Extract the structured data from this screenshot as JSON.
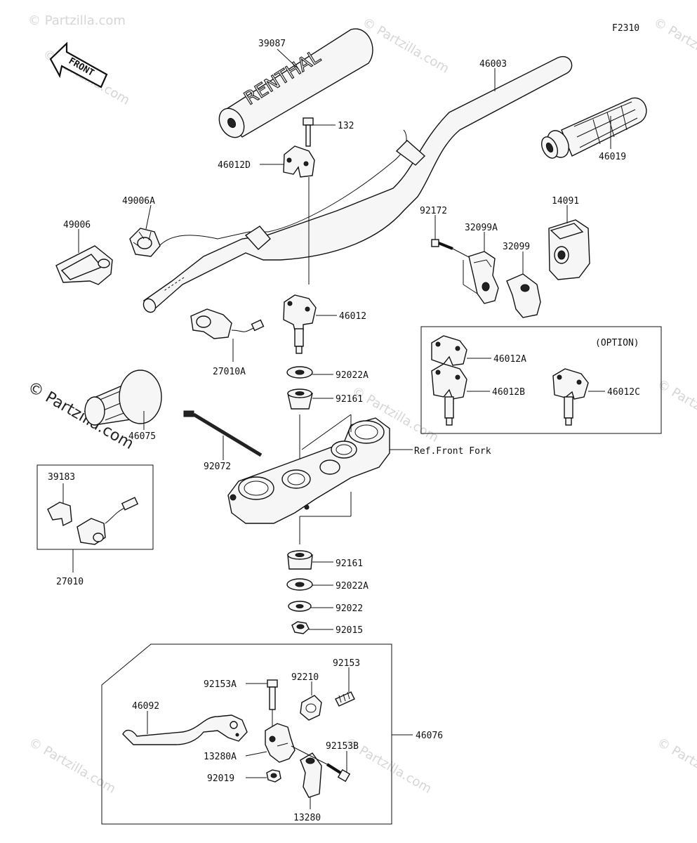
{
  "figure_code": "F2310",
  "front_label": "FRONT",
  "option_label": "(OPTION)",
  "ref_front_fork": "Ref.Front Fork",
  "pad_brand": "RENTHAL",
  "watermark_main": "© Partzilla.com",
  "watermark_small": "© Partzilla.com",
  "parts": {
    "p39087": "39087",
    "p46003": "46003",
    "p132": "132",
    "p46012D": "46012D",
    "p46019": "46019",
    "p49006A": "49006A",
    "p49006": "49006",
    "p92172": "92172",
    "p32099A": "32099A",
    "p14091": "14091",
    "p32099": "32099",
    "p46012": "46012",
    "p27010A": "27010A",
    "p92022A_top": "92022A",
    "p46012A": "46012A",
    "p46012B": "46012B",
    "p46012C": "46012C",
    "p92161_top": "92161",
    "p46075": "46075",
    "p92072": "92072",
    "p39183": "39183",
    "p27010": "27010",
    "p92161_bot": "92161",
    "p92022A_bot": "92022A",
    "p92022": "92022",
    "p92015": "92015",
    "p92153": "92153",
    "p92153A": "92153A",
    "p92210": "92210",
    "p46092": "46092",
    "p46076": "46076",
    "p13280A": "13280A",
    "p92153B": "92153B",
    "p92019": "92019",
    "p13280": "13280"
  }
}
